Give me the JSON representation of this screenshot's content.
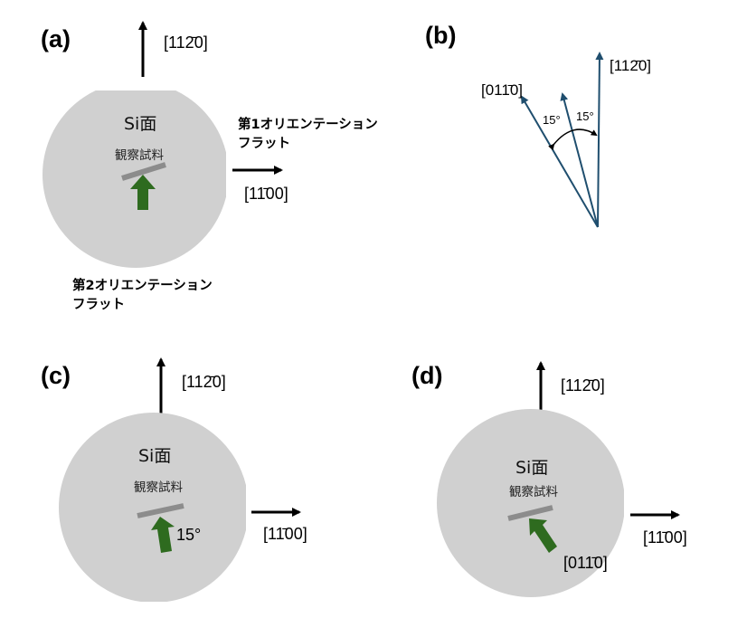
{
  "panels": {
    "a": {
      "label": "(a)",
      "up_direction": "[112̄0]",
      "right_direction": "[11̄00]",
      "surface": "Si面",
      "sample": "観察試料",
      "first_flat_line1": "第1オリエンテーション",
      "first_flat_line2": "フラット",
      "second_flat_line1": "第2オリエンテーション",
      "second_flat_line2": "フラット"
    },
    "b": {
      "label": "(b)",
      "direction_left": "[011̄0]",
      "direction_right": "[112̄0]",
      "angle_left": "15°",
      "angle_right": "15°"
    },
    "c": {
      "label": "(c)",
      "up_direction": "[112̄0]",
      "right_direction": "[11̄00]",
      "surface": "Si面",
      "sample": "観察試料",
      "rotation": "15°"
    },
    "d": {
      "label": "(d)",
      "up_direction": "[112̄0]",
      "right_direction": "[11̄00]",
      "surface": "Si面",
      "sample": "観察試料",
      "arrow_direction": "[011̄0]"
    }
  },
  "colors": {
    "wafer": "#d0d0d0",
    "sample_bar": "#8c8c8c",
    "green_arrow": "#2e6b1f",
    "vector_blue": "#1f4e6e",
    "black": "#000000"
  }
}
